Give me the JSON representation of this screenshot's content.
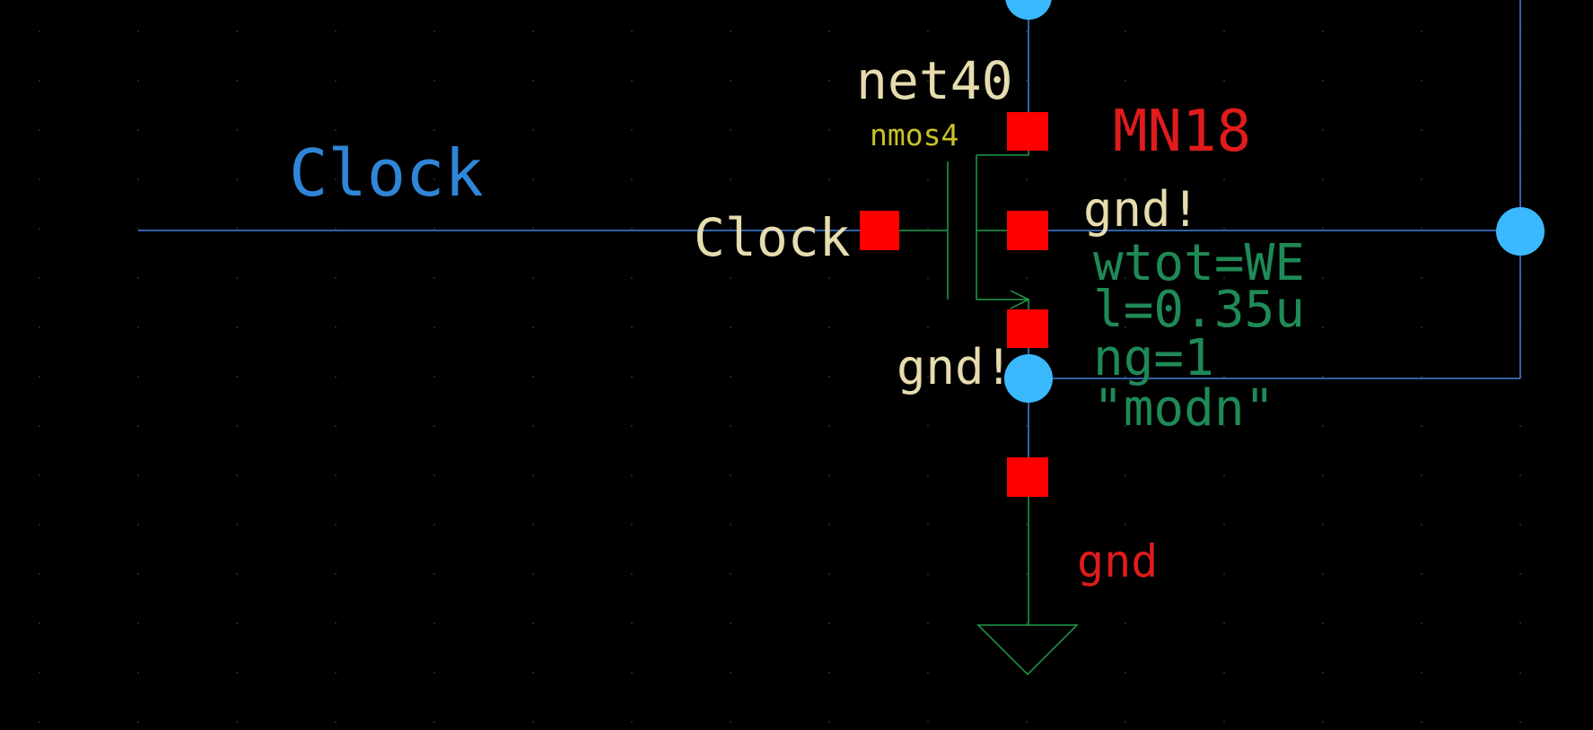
{
  "schematic": {
    "colors": {
      "background": "#000000",
      "grid_dot": "#2f2f2f",
      "wire": "#3d82e0",
      "pin": "#ff0000",
      "connection_dot": "#3bb9ff",
      "symbol": "#1e9e4a",
      "net_label": "#e7dcae",
      "cell_name": "#c9c226",
      "instance_name": "#e01b1b",
      "parameter": "#1f8a57",
      "wire_label": "#2f86d8"
    },
    "wire_label": "Clock",
    "instance": {
      "name": "MN18",
      "cell": "nmos4",
      "parameters": [
        "wtot=WE",
        "l=0.35u",
        "ng=1",
        "\"modn\""
      ]
    },
    "terminal_nets": {
      "drain": "net40",
      "gate": "Clock",
      "bulk": "gnd!",
      "source": "gnd!"
    },
    "ground_symbol": {
      "label": "gnd"
    }
  }
}
